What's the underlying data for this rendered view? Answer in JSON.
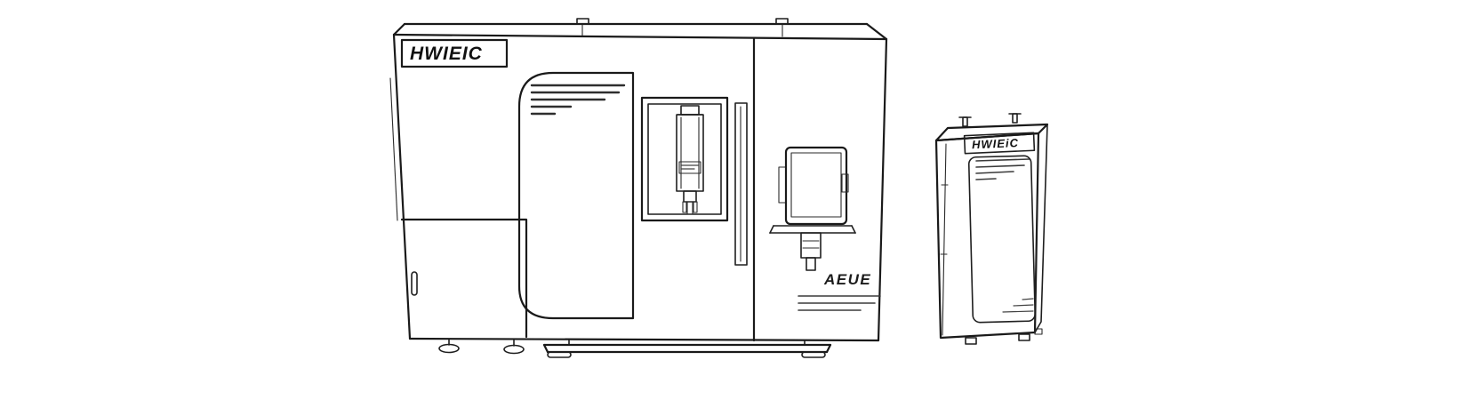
{
  "scene": {
    "machine": {
      "brand_label": "HWIEIC",
      "model_text": "AEUE"
    },
    "cabinet": {
      "brand_label": "HWIEiC"
    }
  },
  "colors": {
    "line": "#1a1a1a",
    "background": "#ffffff"
  }
}
